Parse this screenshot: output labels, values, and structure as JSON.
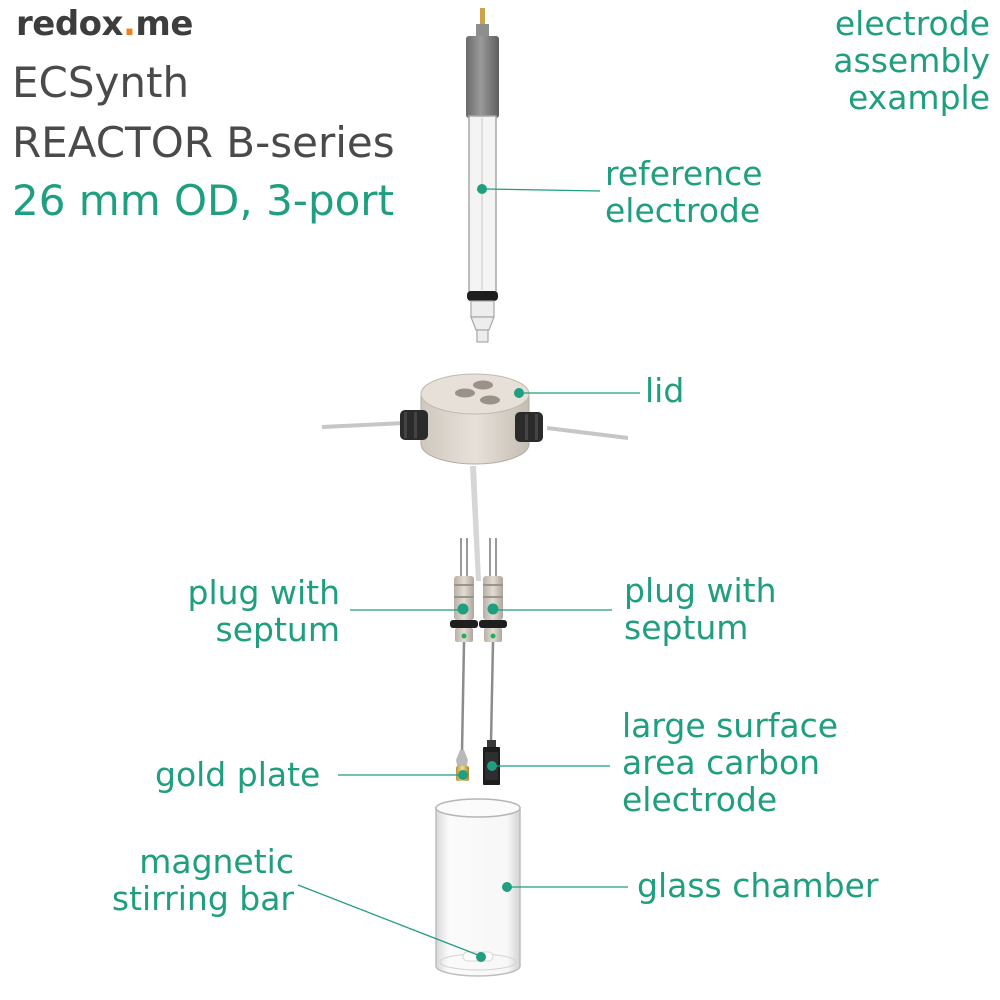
{
  "header": {
    "logo_prefix": "redox",
    "logo_dot": ".",
    "logo_suffix": "me",
    "product_line": "ECSynth",
    "series": "REACTOR B-series",
    "spec": "26 mm OD, 3-port",
    "corner_note": "electrode\nassembly\nexample"
  },
  "labels": {
    "reference_electrode": "reference\nelectrode",
    "lid": "lid",
    "plug_left": "plug with\nseptum",
    "plug_right": "plug with\nseptum",
    "gold_plate": "gold plate",
    "carbon_electrode": "large surface\narea carbon\nelectrode",
    "stirring_bar": "magnetic\nstirring bar",
    "glass_chamber": "glass chamber"
  },
  "colors": {
    "accent": "#1f9e80",
    "title_grey": "#4a4a4a",
    "logo_dot": "#f0801e",
    "ptfe": "#ddd6cd",
    "knob": "#2b2b2b"
  }
}
